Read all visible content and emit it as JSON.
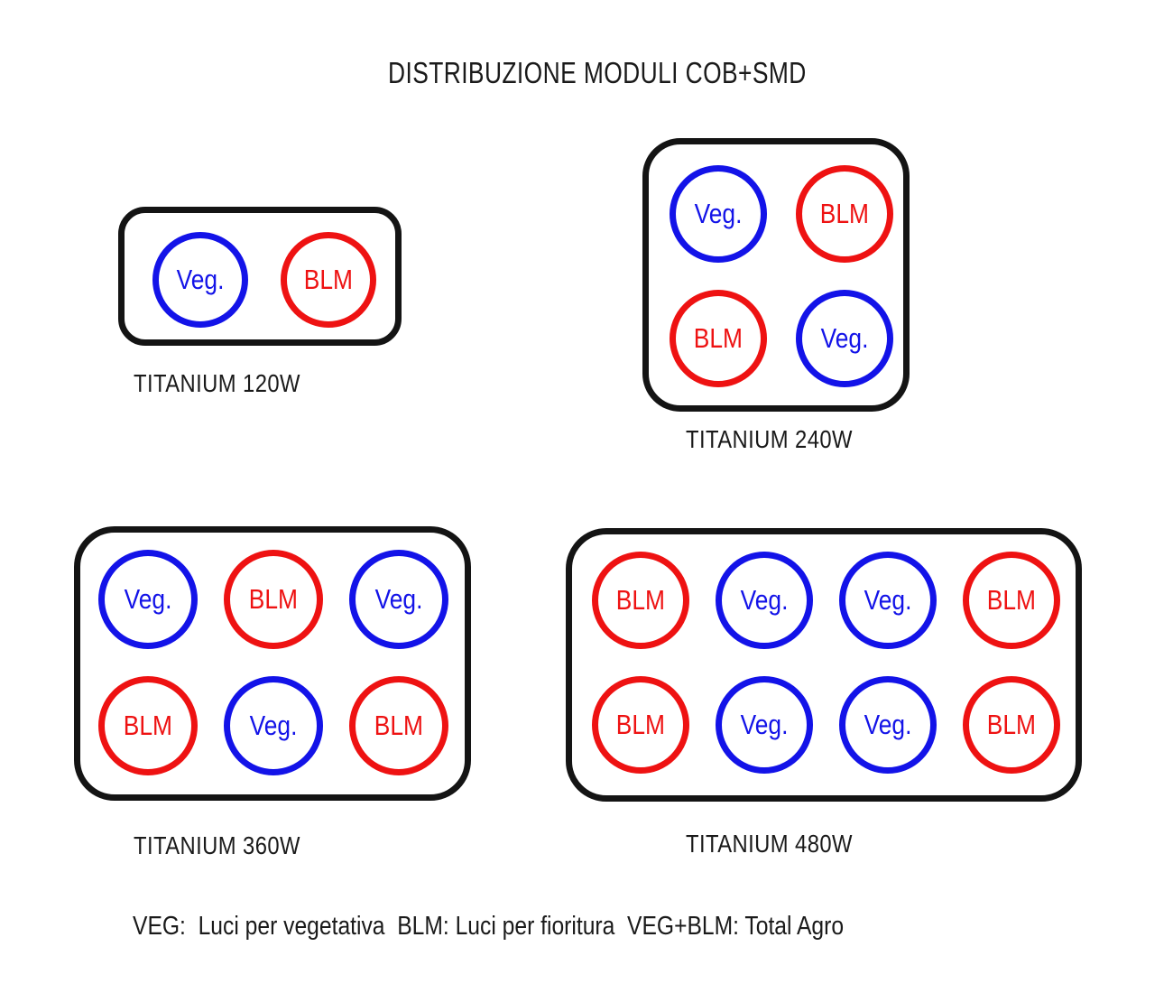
{
  "title": "DISTRIBUZIONE MODULI COB+SMD",
  "legend": "VEG:  Luci per vegetativa  BLM: Luci per fioritura  VEG+BLM: Total Agro",
  "colors": {
    "veg_blue": "#1313e8",
    "blm_red": "#ee1212",
    "outline_black": "#141414",
    "text_black": "#1a1a1a"
  },
  "module_types": {
    "veg": {
      "label": "Veg.",
      "color": "#1313e8"
    },
    "blm": {
      "label": "BLM",
      "color": "#ee1212"
    }
  },
  "panels": [
    {
      "id": "120w",
      "label": "TITANIUM 120W",
      "rows": [
        [
          "veg",
          "blm"
        ]
      ]
    },
    {
      "id": "240w",
      "label": "TITANIUM 240W",
      "rows": [
        [
          "veg",
          "blm"
        ],
        [
          "blm",
          "veg"
        ]
      ]
    },
    {
      "id": "360w",
      "label": "TITANIUM 360W",
      "rows": [
        [
          "veg",
          "blm",
          "veg"
        ],
        [
          "blm",
          "veg",
          "blm"
        ]
      ]
    },
    {
      "id": "480w",
      "label": "TITANIUM 480W",
      "rows": [
        [
          "blm",
          "veg",
          "veg",
          "blm"
        ],
        [
          "blm",
          "veg",
          "veg",
          "blm"
        ]
      ]
    }
  ]
}
